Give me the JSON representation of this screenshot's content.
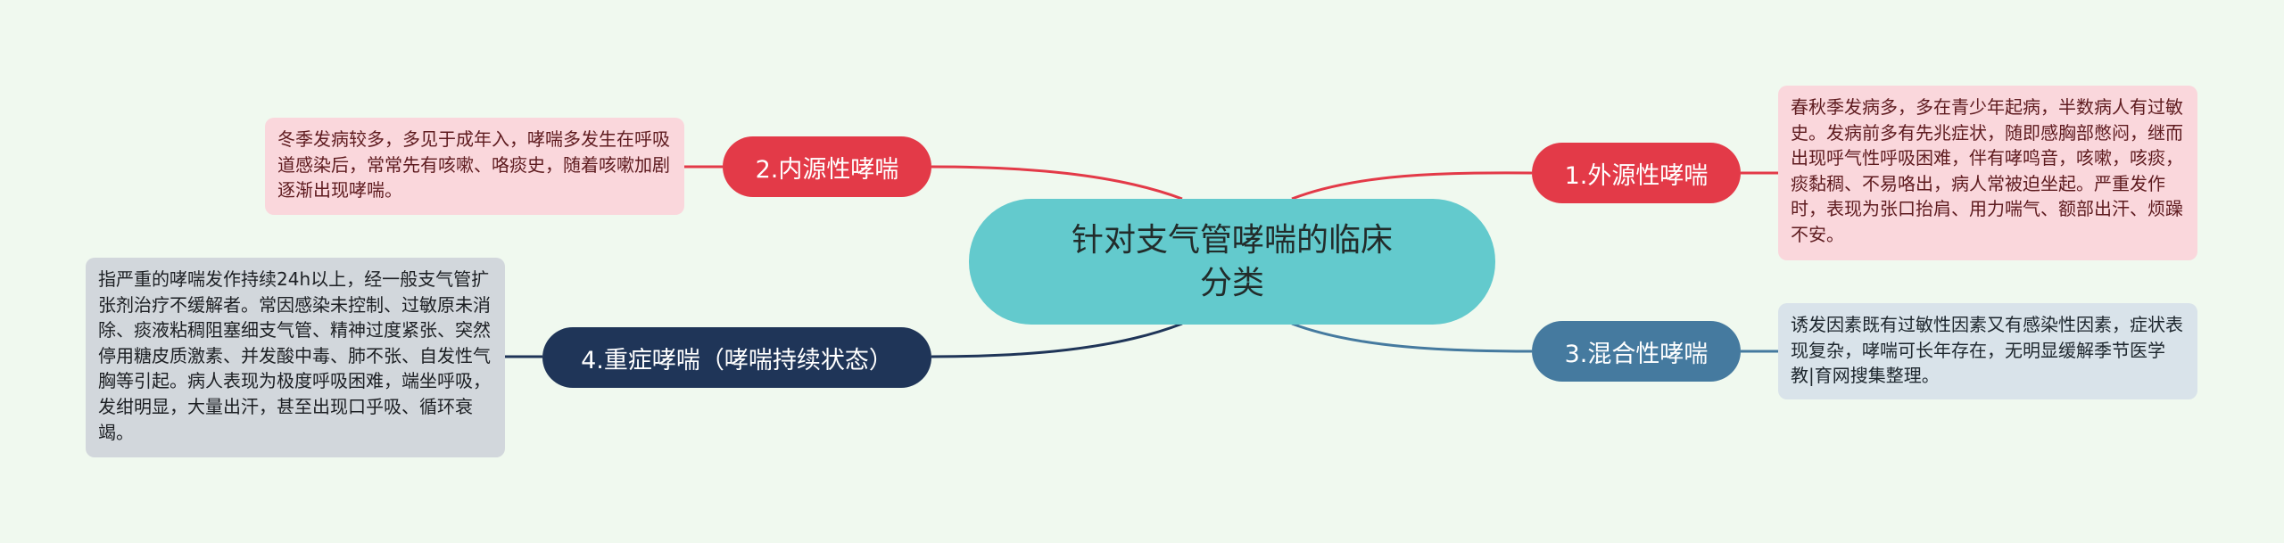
{
  "mindmap": {
    "root": {
      "label": "针对支气管哮喘的临床分类",
      "color": "#63cacd"
    },
    "branches": [
      {
        "id": "1",
        "label": "1.外源性哮喘",
        "color": "#e33a48",
        "note": "春秋季发病多，多在青少年起病，半数病人有过敏史。发病前多有先兆症状，随即感胸部憋闷，继而出现呼气性呼吸困难，伴有哮鸣音，咳嗽，咳痰，痰黏稠、不易咯出，病人常被迫坐起。严重发作时，表现为张口抬肩、用力喘气、额部出汗、烦躁不安。",
        "note_color": "#fad7dc"
      },
      {
        "id": "2",
        "label": "2.内源性哮喘",
        "color": "#e33a48",
        "note": "冬季发病较多，多见于成年入，哮喘多发生在呼吸道感染后，常常先有咳嗽、咯痰史，随着咳嗽加剧逐渐出现哮喘。",
        "note_color": "#fad7dc"
      },
      {
        "id": "3",
        "label": "3.混合性哮喘",
        "color": "#457a9f",
        "note": "诱发因素既有过敏性因素又有感染性因素，症状表现复杂，哮喘可长年存在，无明显缓解季节医学教|育网搜集整理。",
        "note_color": "#d9e3ea"
      },
      {
        "id": "4",
        "label": "4.重症哮喘（哮喘持续状态）",
        "color": "#1f3558",
        "note": "指严重的哮喘发作持续24h以上，经一般支气管扩张剂治疗不缓解者。常因感染未控制、过敏原未消除、痰液粘稠阻塞细支气管、精神过度紧张、突然停用糖皮质激素、并发酸中毒、肺不张、自发性气胸等引起。病人表现为极度呼吸困难，端坐呼吸，发绀明显，大量出汗，甚至出现口乎吸、循环衰竭。",
        "note_color": "#d2d7dc"
      }
    ]
  }
}
